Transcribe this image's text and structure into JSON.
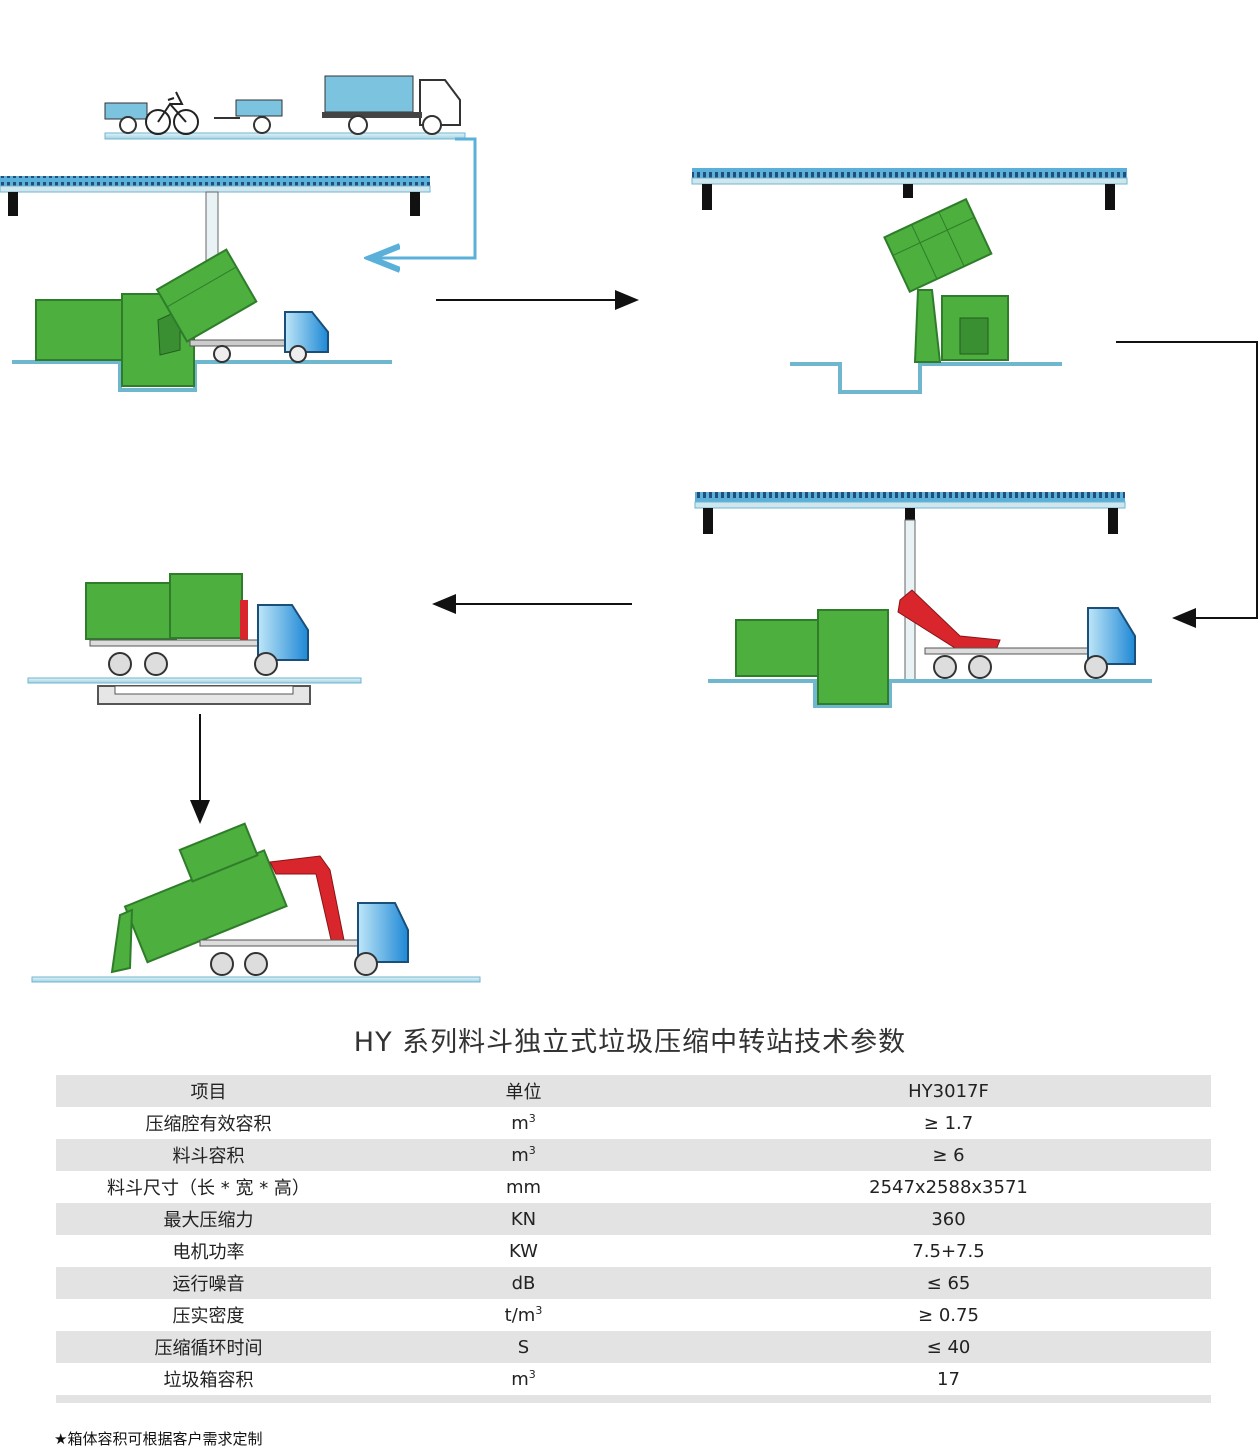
{
  "title": "HY 系列料斗独立式垃圾压缩中转站技术参数",
  "table": {
    "header": [
      "项目",
      "单位",
      "HY3017F"
    ],
    "rows": [
      {
        "item": "压缩腔有效容积",
        "unit": "m",
        "unit_sup": "3",
        "value": "≥ 1.7"
      },
      {
        "item": "料斗容积",
        "unit": "m",
        "unit_sup": "3",
        "value": "≥ 6"
      },
      {
        "item": "料斗尺寸（长 * 宽 * 高）",
        "unit": "mm",
        "unit_sup": "",
        "value": "2547x2588x3571"
      },
      {
        "item": "最大压缩力",
        "unit": "KN",
        "unit_sup": "",
        "value": "360"
      },
      {
        "item": "电机功率",
        "unit": "KW",
        "unit_sup": "",
        "value": "7.5+7.5"
      },
      {
        "item": "运行噪音",
        "unit": "dB",
        "unit_sup": "",
        "value": "≤ 65"
      },
      {
        "item": "压实密度",
        "unit": "t/m",
        "unit_sup": "3",
        "value": "≥ 0.75"
      },
      {
        "item": "压缩循环时间",
        "unit": "S",
        "unit_sup": "",
        "value": "≤ 40"
      },
      {
        "item": "垃圾箱容积",
        "unit": "m",
        "unit_sup": "3",
        "value": "17"
      }
    ]
  },
  "note": "★箱体容积可根据客户需求定制",
  "colors": {
    "green": "#4caf3e",
    "green_dark": "#2f7d2a",
    "blue": "#3a9ad9",
    "ground": "#cfe6ef",
    "ground_edge": "#6fb6cf",
    "red": "#d8262c",
    "shade": "#e3e3e3"
  }
}
